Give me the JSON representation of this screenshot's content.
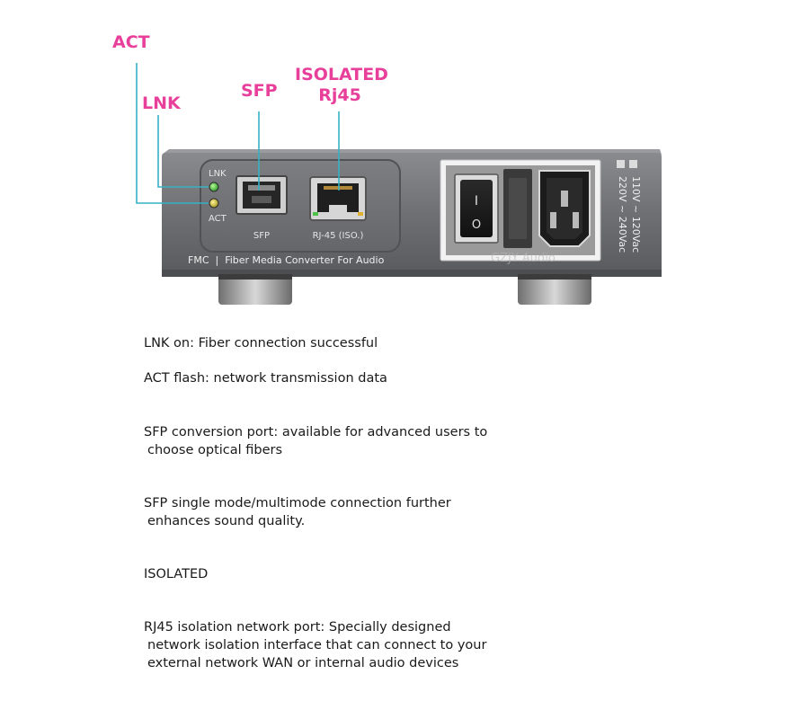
{
  "callouts": {
    "act": "ACT",
    "lnk": "LNK",
    "sfp": "SFP",
    "isolated_line1": "ISOLATED",
    "isolated_line2": "Rj45"
  },
  "device": {
    "led_lnk_label": "LNK",
    "led_act_label": "ACT",
    "sfp_port_label": "SFP",
    "rj45_port_label": "RJ-45 (ISO.)",
    "front_caption": "FMC  |  Fiber Media Converter For Audio",
    "voltage_line1": "110V ~ 120Vac",
    "voltage_line2": "220V ~ 240Vac",
    "switch_on_symbol": "I",
    "switch_off_symbol": "O",
    "watermark": "GZJY Audio",
    "colors": {
      "callout_pink": "#e8409a",
      "callout_line_teal": "#35b2c4",
      "led_lnk_green": "#3fc43a",
      "led_act_yellow": "#d2c52a",
      "chassis_grey": "#6b6c70"
    }
  },
  "descriptions": {
    "lnk": "LNK on: Fiber connection successful",
    "act": "ACT flash: network transmission data",
    "sfp_line1": "SFP conversion port: available for advanced users to",
    "sfp_line2": "choose optical fibers",
    "mode_line1": "SFP single mode/multimode connection further",
    "mode_line2": "enhances sound quality.",
    "isolated": "ISOLATED",
    "rj45_line1": "RJ45 isolation network port: Specially designed",
    "rj45_line2": "network isolation interface that can connect to your",
    "rj45_line3": "external network WAN or internal audio devices"
  }
}
